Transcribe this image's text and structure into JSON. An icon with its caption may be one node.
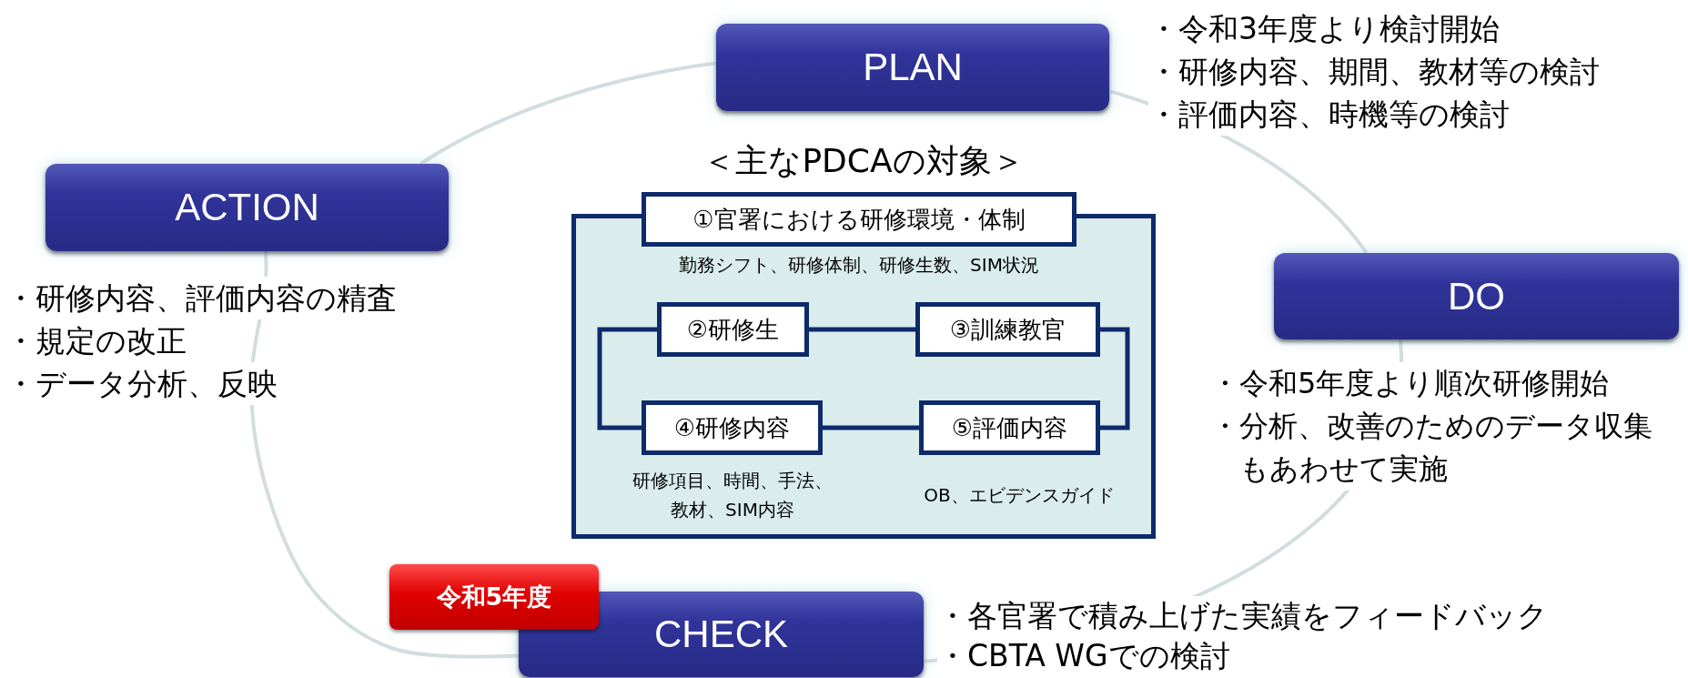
{
  "diagram": {
    "nodes": [
      {
        "text": [
          "PLAN"
        ],
        "beside": [
          "・令和3年度より検討開始",
          "・研修内容、期間、教材等の検討",
          "・評価内容、時機等の検討"
        ]
      },
      {
        "text": [
          "ACTION"
        ],
        "beside": [
          "・研修内容、評価内容の精査",
          "・規定の改正",
          "・データ分析、反映"
        ]
      },
      {
        "text": [
          "＜主なPDCAの対象＞"
        ]
      },
      {
        "text": [
          "①官署における研修環境・体制"
        ],
        "beside": [
          "勤務シフト、研修体制、研修生数、SIM状況"
        ]
      },
      {
        "text": [
          "②研修生"
        ],
        "in": 2
      },
      {
        "text": [
          "③訓練教官"
        ],
        "in": 2
      },
      {
        "text": [
          "④研修内容"
        ],
        "in": 2,
        "beside": [
          "研修項目、時間、手法、教材、SIM内容"
        ]
      },
      {
        "text": [
          "⑤評価内容"
        ],
        "in": 2,
        "beside": [
          "OB、エビデンスガイド"
        ]
      },
      {
        "text": [
          "DO"
        ],
        "beside": [
          "・令和5年度より順次研修開始",
          "・分析、改善のためのデータ収集もあわせて実施"
        ]
      },
      {
        "text": [
          "令和5年度"
        ]
      },
      {
        "text": [
          "CHECK"
        ],
        "beside": [
          "・各官署で積み上げた実績をフィードバック",
          "・CBTA WGでの検討"
        ]
      }
    ],
    "edges": [
      {
        "from": 0,
        "to": 8,
        "arrow": "none"
      },
      {
        "from": 8,
        "to": 10,
        "arrow": "none"
      },
      {
        "from": 10,
        "to": 1,
        "arrow": "none"
      },
      {
        "from": 1,
        "to": 0,
        "arrow": "none"
      },
      {
        "from": 4,
        "to": 5,
        "arrow": "none",
        "color": "#0d2a6b"
      },
      {
        "from": 4,
        "to": 6,
        "arrow": "none",
        "color": "#0d2a6b"
      },
      {
        "from": 5,
        "to": 7,
        "arrow": "none",
        "color": "#0d2a6b"
      },
      {
        "from": 6,
        "to": 7,
        "arrow": "none",
        "color": "#0d2a6b"
      }
    ]
  }
}
